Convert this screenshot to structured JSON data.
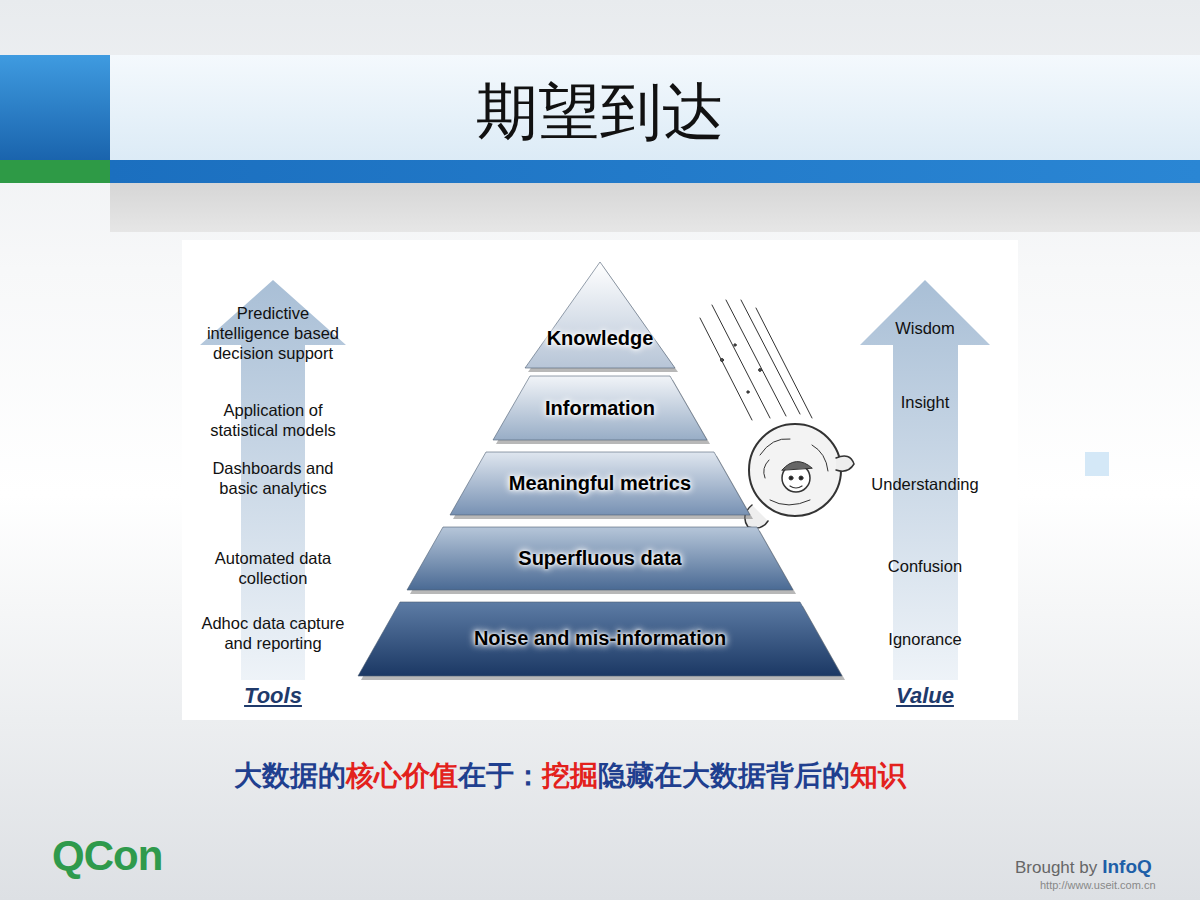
{
  "diagram": {
    "title": "期望到达",
    "nodes": [
      {
        "text": [
          "Predictive intelligence based decision support",
          "Application of statistical models",
          "Dashboards and basic analytics",
          "Automated data collection",
          "Adhoc data capture and reporting",
          "Tools"
        ]
      },
      {
        "text": [
          "Knowledge"
        ]
      },
      {
        "text": [
          "Information"
        ]
      },
      {
        "text": [
          "Meaningful metrics"
        ]
      },
      {
        "text": [
          "Superfluous data"
        ]
      },
      {
        "text": [
          "Noise and mis-information"
        ]
      },
      {
        "text": [
          "Wisdom",
          "Insight",
          "Understanding",
          "Confusion",
          "Ignorance",
          "Value"
        ]
      }
    ],
    "labels": [
      "大数据的",
      "核心价值",
      "在于：",
      "挖掘",
      "隐藏在大数据背后的",
      "知识",
      "QCon",
      "Brought by",
      "InfoQ",
      "http://www.useit.com.cn"
    ]
  }
}
